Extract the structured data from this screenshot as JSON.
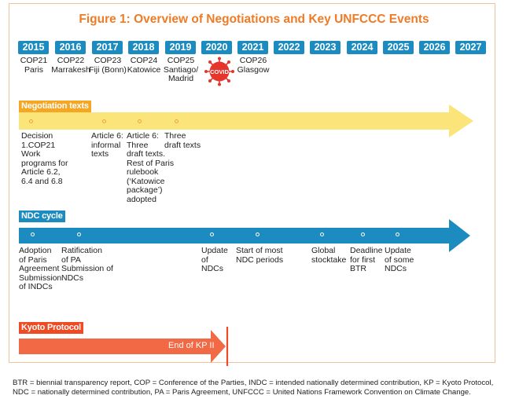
{
  "figure_title": "Figure 1: Overview of Negotiations and Key UNFCCC Events",
  "years": [
    "2015",
    "2016",
    "2017",
    "2018",
    "2019",
    "2020",
    "2021",
    "2022",
    "2023",
    "2024",
    "2025",
    "2026",
    "2027"
  ],
  "cops": [
    {
      "line1": "COP21",
      "line2": "Paris",
      "line3": ""
    },
    {
      "line1": "COP22",
      "line2": "Marrakesh",
      "line3": ""
    },
    {
      "line1": "COP23",
      "line2": "Fiji (Bonn)",
      "line3": ""
    },
    {
      "line1": "COP24",
      "line2": "Katowice",
      "line3": ""
    },
    {
      "line1": "COP25",
      "line2": "Santiago/",
      "line3": "Madrid"
    },
    {
      "line1": "COP26",
      "line2": "Glasgow",
      "line3": ""
    }
  ],
  "covid_label": "COVID",
  "negotiation": {
    "label": "Negotiation texts",
    "items": [
      {
        "lines": [
          "Decision",
          "1.COP21",
          "Work",
          "programs for",
          "Article 6.2,",
          "6.4 and 6.8"
        ]
      },
      {
        "lines": [
          "Article 6:",
          "informal",
          "texts"
        ]
      },
      {
        "lines": [
          "Article 6:",
          "Three",
          "draft texts.",
          "Rest of Paris",
          "rulebook",
          "(‘Katowice",
          "package’)",
          "adopted"
        ]
      },
      {
        "lines": [
          "Three",
          "draft texts"
        ]
      }
    ]
  },
  "ndc": {
    "label": "NDC cycle",
    "items": [
      {
        "lines": [
          "Adoption",
          "of Paris",
          "Agreement",
          "Submission",
          "of INDCs"
        ]
      },
      {
        "lines": [
          "Ratification",
          "of PA",
          "Submission of",
          "NDCs"
        ]
      },
      {
        "lines": [
          "Update",
          "of",
          "NDCs"
        ]
      },
      {
        "lines": [
          "Start of most",
          "NDC periods"
        ]
      },
      {
        "lines": [
          "Global",
          "stocktake"
        ]
      },
      {
        "lines": [
          "Deadline",
          "for first",
          "BTR"
        ]
      },
      {
        "lines": [
          "Update",
          "of some",
          "NDCs"
        ]
      }
    ]
  },
  "kyoto": {
    "label": "Kyoto Protocol",
    "end_label": "End of KP II"
  },
  "footnote": "BTR = biennial transparency report, COP = Conference of the Parties, INDC = intended nationally determined contribution, KP = Kyoto Protocol, NDC = nationally determined contribution, PA = Paris Agreement, UNFCCC = United Nations Framework Convention on Climate Change.",
  "colors": {
    "title": "#ef7b26",
    "year_box": "#1b8bc0",
    "negotiation_arrow": "#fbe57a",
    "negotiation_label": "#f5a623",
    "ndc_arrow": "#1b8bc0",
    "kyoto_arrow": "#f26a45",
    "kyoto_label": "#ee4a23",
    "covid": "#e6362b"
  }
}
